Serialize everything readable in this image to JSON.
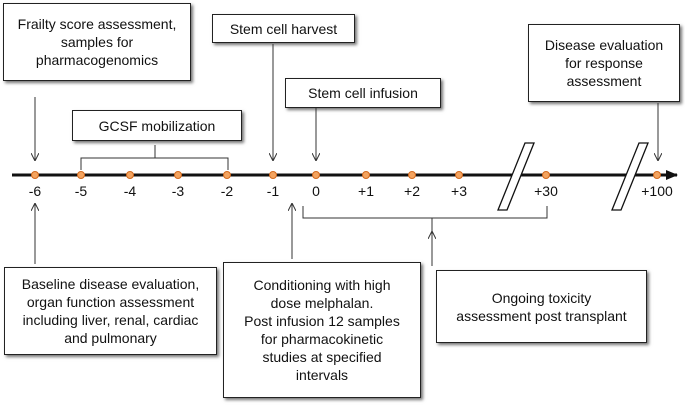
{
  "boxes": {
    "frailty": [
      "Frailty score assessment,",
      "samples for",
      "pharmacogenomics"
    ],
    "stem_harvest": [
      "Stem cell harvest"
    ],
    "gcsf": [
      "GCSF mobilization"
    ],
    "stem_infusion": [
      "Stem cell infusion"
    ],
    "disease_eval": [
      "Disease evaluation",
      "for response",
      "assessment"
    ],
    "baseline": [
      "Baseline disease evaluation,",
      "organ function assessment",
      "including liver, renal, cardiac",
      "and pulmonary"
    ],
    "conditioning": [
      "Conditioning with high",
      "dose melphalan.",
      "Post infusion 12 samples",
      "for pharmacokinetic",
      "studies at specified",
      "intervals"
    ],
    "toxicity": [
      "Ongoing toxicity",
      "assessment post transplant"
    ]
  },
  "timeline": {
    "ticks": [
      "-6",
      "-5",
      "-4",
      "-3",
      "-2",
      "-1",
      "0",
      "+1",
      "+2",
      "+3",
      "+30",
      "+100"
    ],
    "dot_color": "#f4a460",
    "dot_stroke": "#d2691e"
  }
}
